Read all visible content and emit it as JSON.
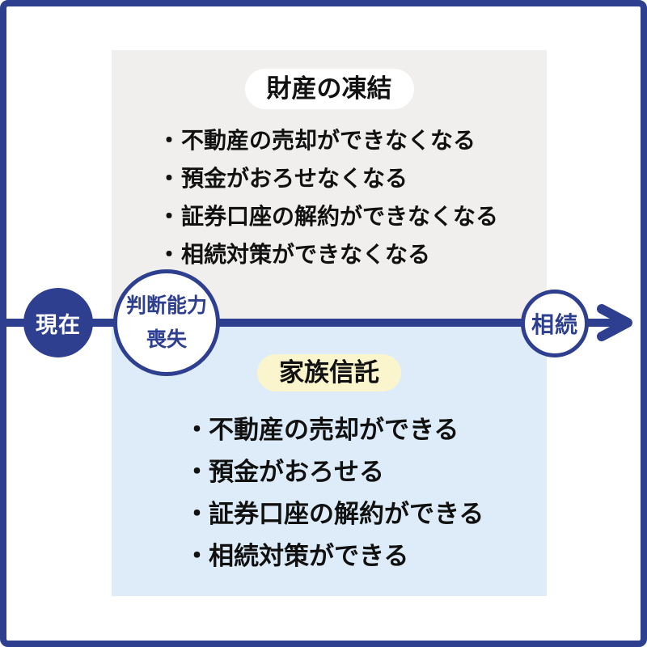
{
  "colors": {
    "accent": "#2e3f8f",
    "text": "#111111",
    "top-box-bg": "#f0efed",
    "bottom-box-bg": "#ddecf8",
    "top-pill-bg": "#ffffff",
    "bottom-pill-bg": "#fbf5cd",
    "circle-text": "#ffffff"
  },
  "timeline": {
    "start": {
      "label": "現在"
    },
    "middle": {
      "line1": "判断能力",
      "line2": "喪失"
    },
    "end": {
      "label": "相続"
    }
  },
  "top_section": {
    "title": "財産の凍結",
    "bullet": "・",
    "items": [
      "不動産の売却ができなくなる",
      "預金がおろせなくなる",
      "証券口座の解約ができなくなる",
      "相続対策ができなくなる"
    ]
  },
  "bottom_section": {
    "title": "家族信託",
    "bullet": "・",
    "items": [
      "不動産の売却ができる",
      "預金がおろせる",
      "証券口座の解約ができる",
      "相続対策ができる"
    ]
  }
}
